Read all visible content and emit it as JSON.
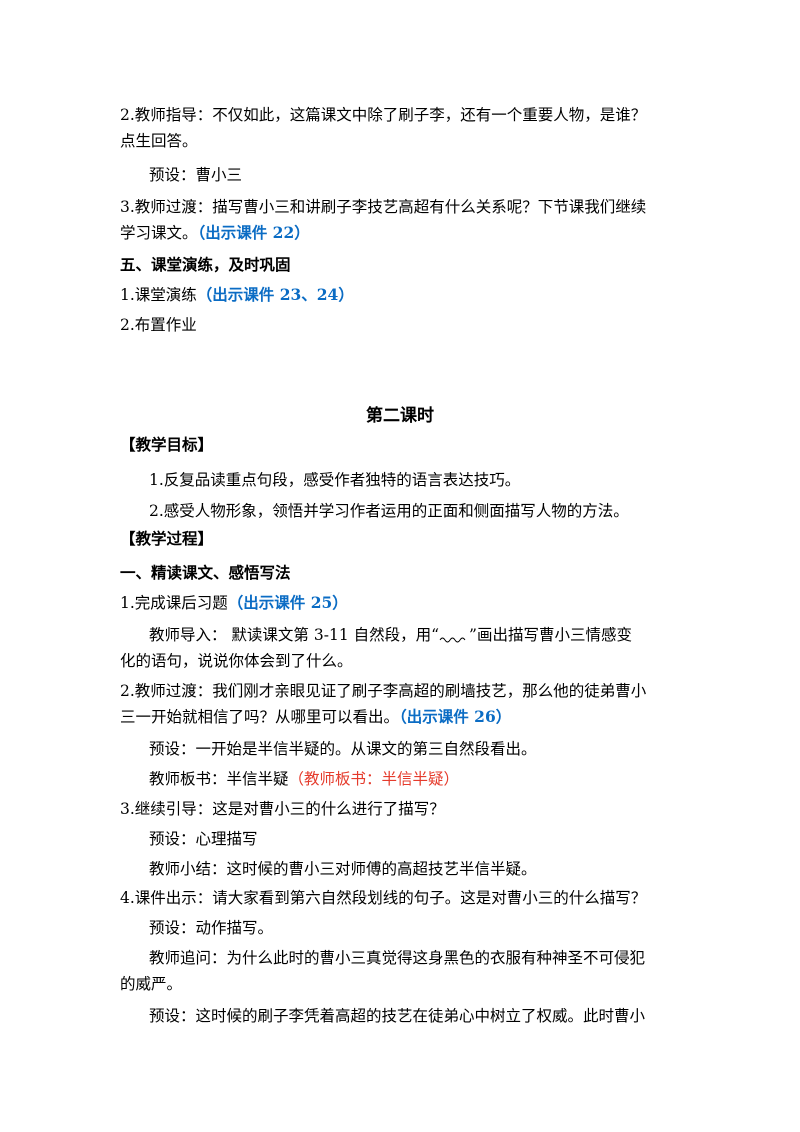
{
  "lines": {
    "l1": "2.教师指导：不仅如此，这篇课文中除了刷子李，还有一个重要人物，是谁？",
    "l2": "点生回答。",
    "l3": "预设：曹小三",
    "l4": "3.教师过渡：描写曹小三和讲刷子李技艺高超有什么关系呢？下节课我们继续",
    "l5a": "学习课文。",
    "l5b": "（出示课件 22）",
    "l6": "五、课堂演练，及时巩固",
    "l7a": "1.课堂演练",
    "l7b": "（出示课件 23、24）",
    "l8": "2.布置作业",
    "l9": "第二课时",
    "l10": "【教学目标】",
    "l11": "1.反复品读重点句段，感受作者独特的语言表达技巧。",
    "l12": "2.感受人物形象，领悟并学习作者运用的正面和侧面描写人物的方法。",
    "l13": "【教学过程】",
    "l14": "一、精读课文、感悟写法",
    "l15a": "1.完成课后习题",
    "l15b": "（出示课件 25）",
    "l16a": "教师导入：  默读课文第 3-11 自然段，用“",
    "l16b": "”画出描写曹小三情感变",
    "l17": "化的语句，说说你体会到了什么。",
    "l18": "2.教师过渡：我们刚才亲眼见证了刷子李高超的刷墙技艺，那么他的徒弟曹小",
    "l19a": "三一开始就相信了吗？从哪里可以看出。",
    "l19b": "（出示课件 26）",
    "l20": "预设：一开始是半信半疑的。从课文的第三自然段看出。",
    "l21a": "教师板书：半信半疑",
    "l21b": "（教师板书：半信半疑）",
    "l22": "3.继续引导：这是对曹小三的什么进行了描写？",
    "l23": "预设：心理描写",
    "l24": "教师小结：这时候的曹小三对师傅的高超技艺半信半疑。",
    "l25": "4.课件出示：请大家看到第六自然段划线的句子。这是对曹小三的什么描写？",
    "l26": "预设：动作描写。",
    "l27": "教师追问：为什么此时的曹小三真觉得这身黑色的衣服有种神圣不可侵犯",
    "l28": "的威严。",
    "l29": "预设：这时候的刷子李凭着高超的技艺在徒弟心中树立了权威。此时曹小"
  },
  "colors": {
    "text": "#000000",
    "courseware_blue": "#0b6cc4",
    "board_red": "#e53b2c"
  }
}
